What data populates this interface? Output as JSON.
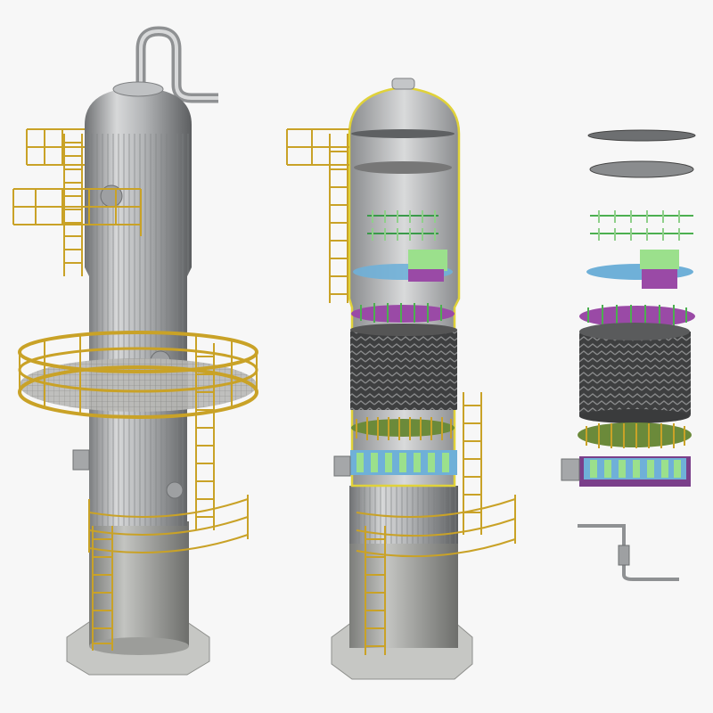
{
  "scene": {
    "views": [
      "assembled-column",
      "cutaway-column",
      "exploded-internals"
    ],
    "colors": {
      "background": "#f7f7f7",
      "shell": "#a9abad",
      "platform": "#c9a227",
      "concrete": "#9a9b98",
      "packing": "#4a4a4a",
      "tray_green": "#9be08c",
      "tray_purple": "#9a4aa6",
      "tray_blue": "#6fb0d8",
      "distributor": "#4caf50"
    }
  }
}
